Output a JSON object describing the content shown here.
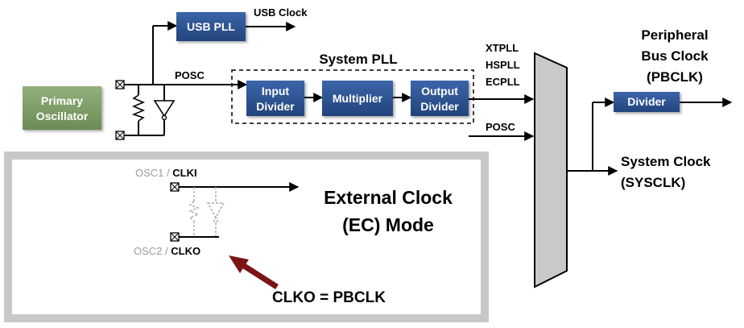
{
  "blocks": {
    "primary_oscillator": [
      "Primary",
      "Oscillator"
    ],
    "usb_pll": "USB PLL",
    "input_divider": [
      "Input",
      "Divider"
    ],
    "multiplier": "Multiplier",
    "output_divider": [
      "Output",
      "Divider"
    ],
    "pb_divider": "Divider"
  },
  "labels": {
    "usb_clock": "USB Clock",
    "posc_top": "POSC",
    "system_pll": "System PLL",
    "xtpll": "XTPLL",
    "hspll": "HSPLL",
    "ecpll": "ECPLL",
    "posc_mux": "POSC",
    "peripheral_bus_clock": [
      "Peripheral",
      "Bus Clock",
      "(PBCLK)"
    ],
    "system_clock": [
      "System Clock",
      "(SYSCLK)"
    ]
  },
  "ec_panel": {
    "osc1_prefix": "OSC1 / ",
    "osc1_pin": "CLKI",
    "osc2_prefix": "OSC2 / ",
    "osc2_pin": "CLKO",
    "mode_title": [
      "External Clock",
      "(EC) Mode"
    ],
    "note": "CLKO = PBCLK"
  },
  "colors": {
    "oscillator_green": "#7a9a62",
    "block_blue": "#2b4f8a",
    "mux_grey": "#c9c9c9",
    "panel_border": "#c8c8c8",
    "arrow_dark_red": "#7b1414"
  }
}
